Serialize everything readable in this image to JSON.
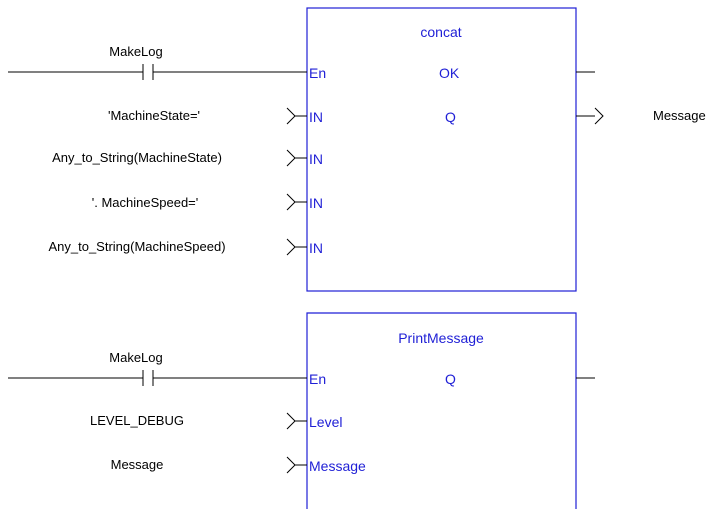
{
  "colors": {
    "block_border": "#1f1fd6",
    "pin_text": "#1f1fd6",
    "wire": "#000000",
    "text": "#000000"
  },
  "blocks": [
    {
      "name": "concat",
      "enable_contact": "MakeLog",
      "inputs": [
        {
          "pin": "En",
          "value": ""
        },
        {
          "pin": "IN",
          "value": "'MachineState='"
        },
        {
          "pin": "IN",
          "value": "Any_to_String(MachineState)"
        },
        {
          "pin": "IN",
          "value": "'. MachineSpeed='"
        },
        {
          "pin": "IN",
          "value": "Any_to_String(MachineSpeed)"
        }
      ],
      "outputs": [
        {
          "pin": "OK",
          "target": ""
        },
        {
          "pin": "Q",
          "target": "Message"
        }
      ]
    },
    {
      "name": "PrintMessage",
      "enable_contact": "MakeLog",
      "inputs": [
        {
          "pin": "En",
          "value": ""
        },
        {
          "pin": "Level",
          "value": "LEVEL_DEBUG"
        },
        {
          "pin": "Message",
          "value": "Message"
        }
      ],
      "outputs": [
        {
          "pin": "Q",
          "target": ""
        }
      ]
    }
  ]
}
